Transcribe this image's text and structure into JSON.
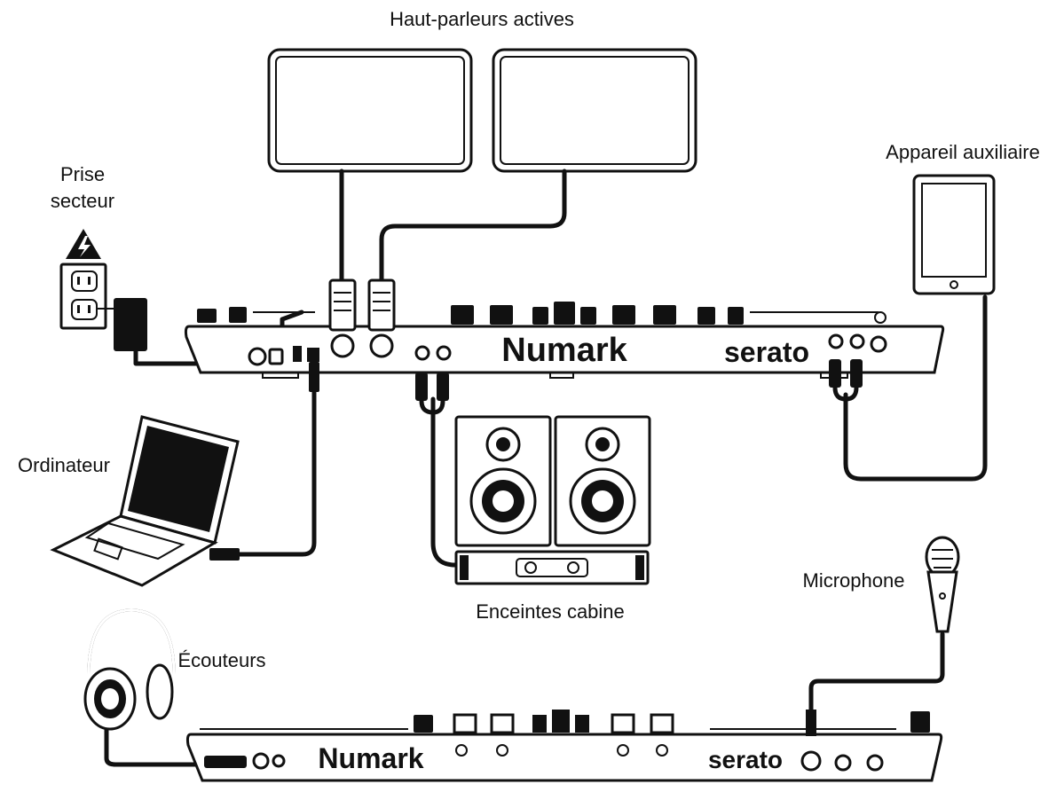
{
  "labels": {
    "powered_speakers": "Haut-parleurs actives",
    "aux_device": "Appareil auxiliaire",
    "power_outlet_line1": "Prise",
    "power_outlet_line2": "secteur",
    "computer": "Ordinateur",
    "booth_monitors": "Enceintes cabine",
    "microphone": "Microphone",
    "headphones": "Écouteurs"
  },
  "brands": {
    "numark": "Numark",
    "serato": "serato"
  },
  "colors": {
    "line": "#111111",
    "background": "#ffffff"
  },
  "icons": [
    "warning-icon",
    "power-outlet-icon",
    "power-adapter-icon",
    "laptop-icon",
    "tablet-icon",
    "speaker-icon",
    "amplifier-icon",
    "microphone-icon",
    "headphones-icon",
    "usb-plug-icon",
    "xlr-plug-icon",
    "rca-plug-icon"
  ]
}
